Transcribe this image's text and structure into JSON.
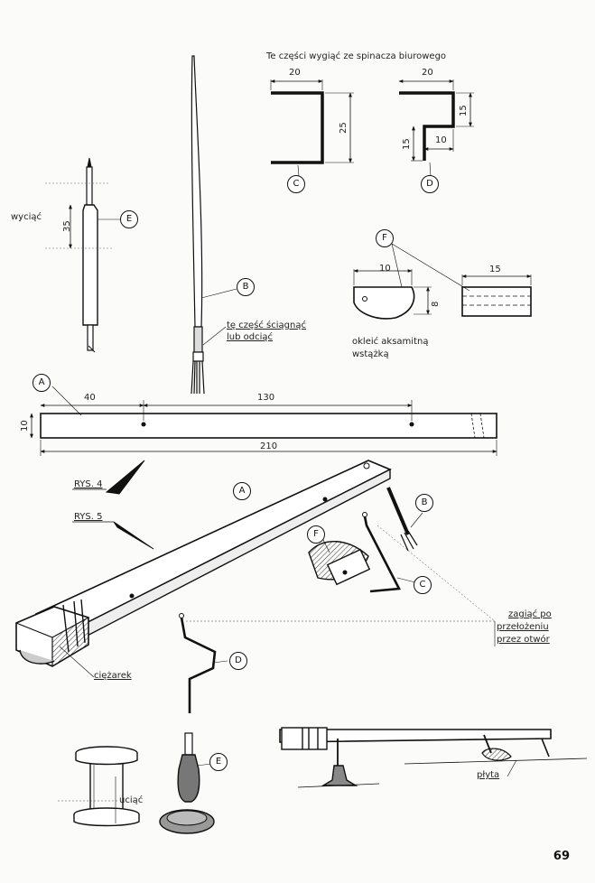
{
  "notes": {
    "paperclip": "Te części wygiąć ze spinacza biurowego",
    "cut_out": "wyciąć",
    "brush_trim_1": "tę część ściągnąć",
    "brush_trim_2": "lub odciąć",
    "velvet_1": "okleić aksamitną",
    "velvet_2": "wstążką",
    "bend_1": "zagiąć po",
    "bend_2": "przełożeniu",
    "bend_3": "przez otwór",
    "weight": "ciężarek",
    "spool_cut": "uciąć",
    "plate": "płyta"
  },
  "dimensions": {
    "c_width": "20",
    "c_height": "25",
    "d_width": "20",
    "d_top_height": "15",
    "d_leg_height": "15",
    "d_offset": "10",
    "e_length": "35",
    "f_width": "10",
    "f_height": "8",
    "f_strip": "15",
    "a_hole_offset": "40",
    "a_hole_spacing": "130",
    "a_width": "10",
    "a_length": "210"
  },
  "figures": {
    "rys4": "RYS. 4",
    "rys5": "RYS. 5"
  },
  "parts": {
    "a": "A",
    "b": "B",
    "c": "C",
    "d": "D",
    "e": "E",
    "f": "F"
  },
  "page_number": "69"
}
